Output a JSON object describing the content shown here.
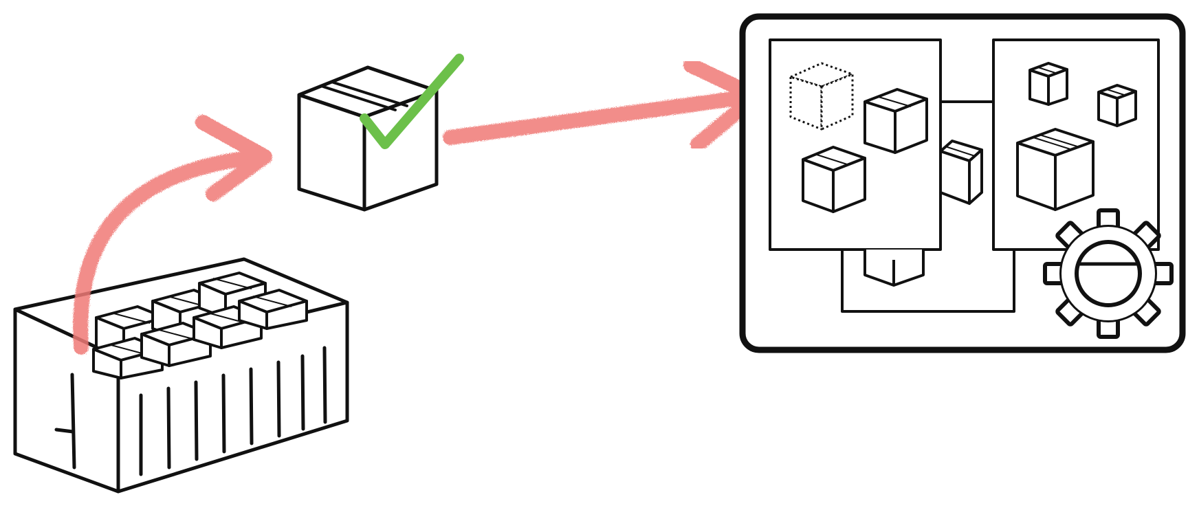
{
  "diagram": {
    "nodes": [
      {
        "id": "container",
        "icon": "shipping-container-icon",
        "contents": "box-icon"
      },
      {
        "id": "verified-box",
        "icon": "box-icon",
        "badge": "checkmark-icon"
      },
      {
        "id": "cluster",
        "icon": "cluster-window-icon",
        "contents": "box-icon",
        "extra": "gear-icon"
      }
    ],
    "edges": [
      {
        "from": "container",
        "to": "verified-box",
        "style": "curved-arrow"
      },
      {
        "from": "verified-box",
        "to": "cluster",
        "style": "straight-arrow"
      }
    ],
    "colors": {
      "stroke": "#111111",
      "arrow": "#f07a76",
      "check": "#6cc04a"
    }
  }
}
